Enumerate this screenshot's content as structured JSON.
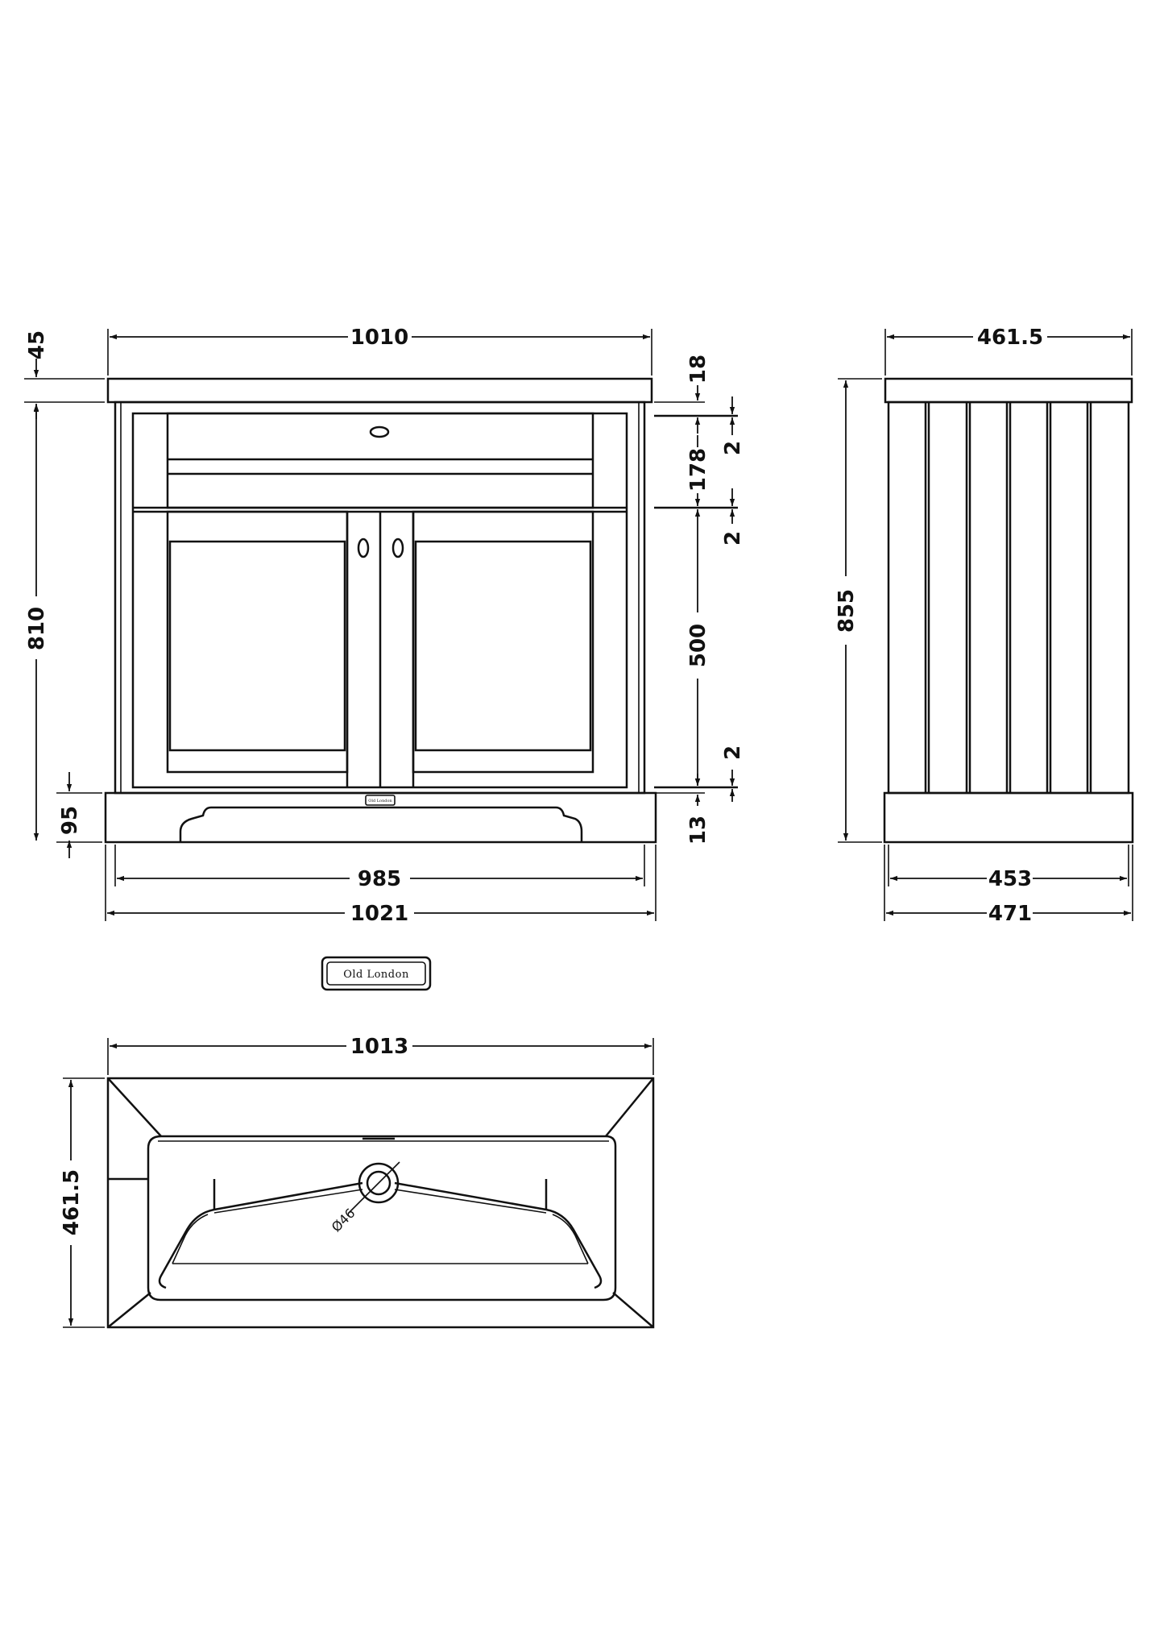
{
  "colors": {
    "line": "#111111",
    "background": "#ffffff"
  },
  "front_view": {
    "width_top": "1010",
    "top_height": "45",
    "height_total": "810",
    "plinth_height": "95",
    "plinth_width": "985",
    "width_base": "1021",
    "basin_lip": "18",
    "drawer_height": "178",
    "door_height": "500",
    "plinth_gap": "13",
    "gap_upper": "2",
    "gap_middle": "2",
    "gap_lower": "2",
    "handle_logo": "Old London"
  },
  "side_view": {
    "depth_top": "461.5",
    "height_total": "855",
    "depth_body": "453",
    "depth_base": "471"
  },
  "logo": {
    "text": "Old London"
  },
  "plan_view": {
    "width": "1013",
    "depth": "461.5",
    "waste_diameter": "Ø46"
  }
}
